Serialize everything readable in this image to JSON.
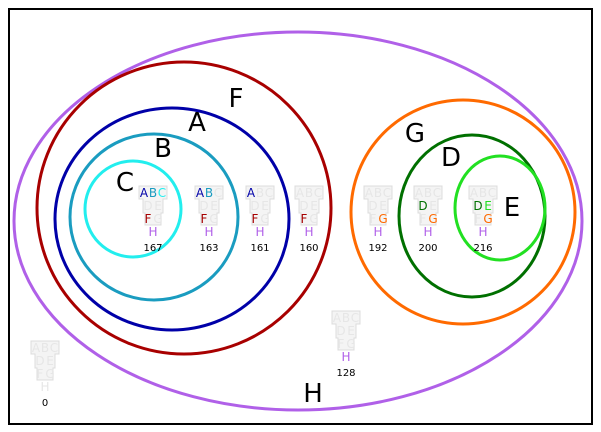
{
  "sets": {
    "A": {
      "label": "A",
      "color": "#0000a8"
    },
    "B": {
      "label": "B",
      "color": "#1a9cc0"
    },
    "C": {
      "label": "C",
      "color": "#22eeee"
    },
    "D": {
      "label": "D",
      "color": "#007000"
    },
    "E": {
      "label": "E",
      "color": "#22e022"
    },
    "F": {
      "label": "F",
      "color": "#a80000"
    },
    "G": {
      "label": "G",
      "color": "#ff6a00"
    },
    "H": {
      "label": "H",
      "color": "#b060e8"
    }
  },
  "inactive_color": "#e6e6e6",
  "regions": [
    {
      "value": "167",
      "active": [
        "A",
        "B",
        "C",
        "F",
        "H"
      ]
    },
    {
      "value": "163",
      "active": [
        "A",
        "B",
        "F",
        "H"
      ]
    },
    {
      "value": "161",
      "active": [
        "A",
        "F",
        "H"
      ]
    },
    {
      "value": "160",
      "active": [
        "F",
        "H"
      ]
    },
    {
      "value": "192",
      "active": [
        "G",
        "H"
      ]
    },
    {
      "value": "200",
      "active": [
        "D",
        "G",
        "H"
      ]
    },
    {
      "value": "216",
      "active": [
        "D",
        "E",
        "G",
        "H"
      ]
    },
    {
      "value": "128",
      "active": [
        "H"
      ]
    },
    {
      "value": "0",
      "active": []
    }
  ]
}
